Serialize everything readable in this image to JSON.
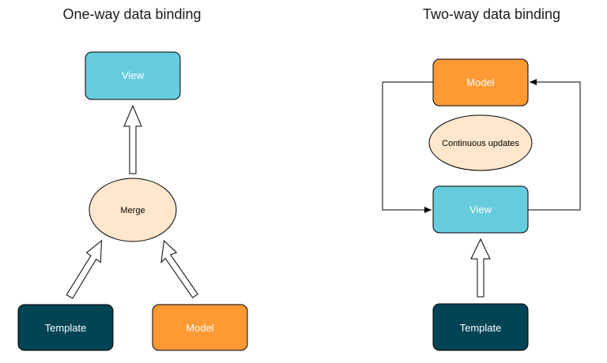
{
  "colors": {
    "view": "#66CCDD",
    "model": "#FF9933",
    "template": "#004455",
    "ellipse": "#FFE6CC",
    "stroke": "#000000",
    "light_text": "#FFFFFF",
    "dark_text": "#000000"
  },
  "one_way": {
    "title": "One-way data binding",
    "view_label": "View",
    "merge_label": "Merge",
    "template_label": "Template",
    "model_label": "Model"
  },
  "two_way": {
    "title": "Two-way data binding",
    "model_label": "Model",
    "updates_label": "Continuous updates",
    "view_label": "View",
    "template_label": "Template"
  }
}
